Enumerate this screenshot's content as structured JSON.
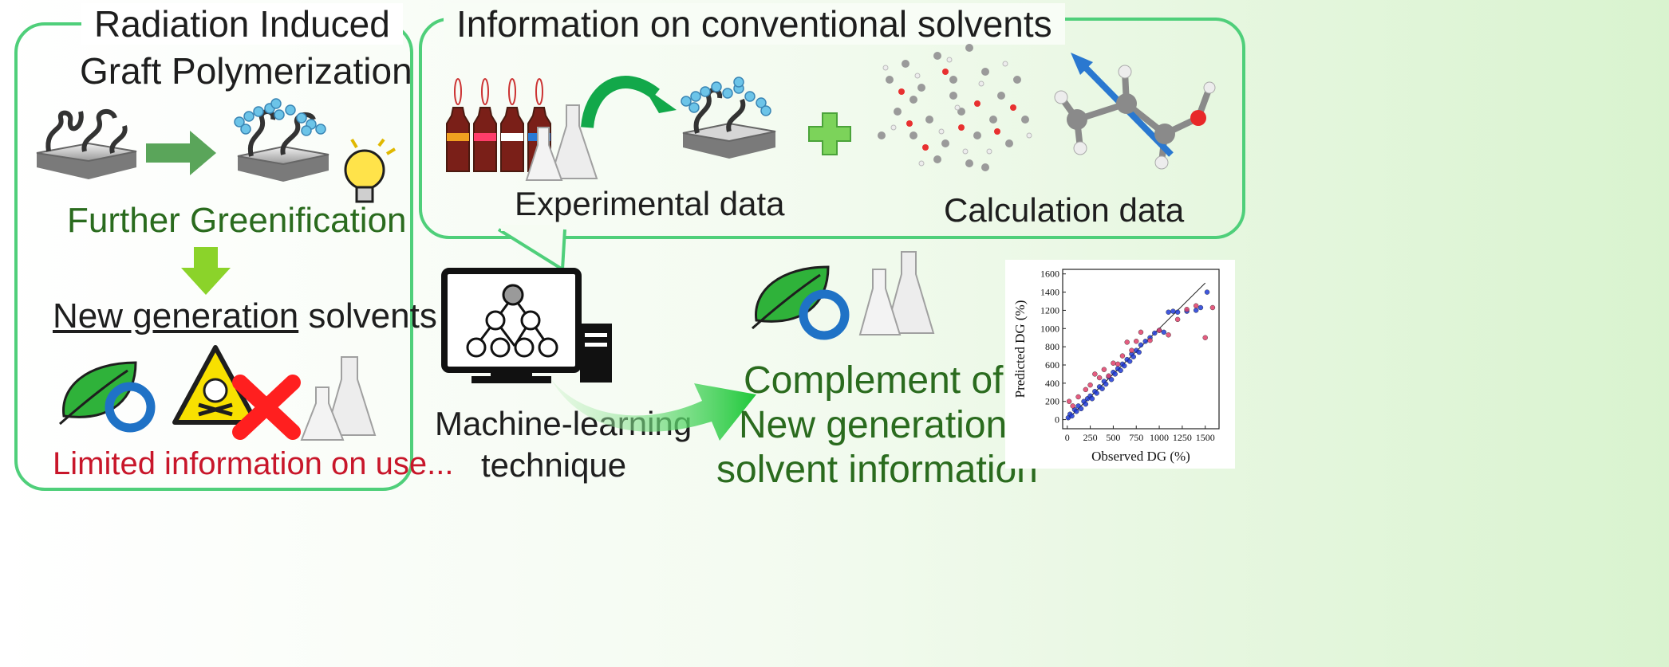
{
  "colors": {
    "panel_border": "#4fcf7a",
    "dark_green_text": "#2a6b1e",
    "red_text": "#c8162a",
    "arrow_green": "#5aa55a",
    "down_arrow": "#8bd32a",
    "plus_green": "#7cd35a",
    "ring_blue": "#1f72c6",
    "fit_line": "#1e6ed6",
    "points_blue": "#1f3ad6",
    "points_red": "#e0406a"
  },
  "left_panel": {
    "title_line1": "Radiation Induced",
    "title_line2": "Graft Polymerization",
    "greenification": "Further Greenification",
    "new_generation_underlined": "New generation",
    "solvents_word": " solvents",
    "limited_info": "Limited information on use..."
  },
  "top_panel": {
    "title": "Information on conventional solvents",
    "experimental": "Experimental data",
    "calculation": "Calculation data"
  },
  "bottom": {
    "ml_line1": "Machine-learning",
    "ml_line2": "technique",
    "complement_line1": "Complement of",
    "complement_line2": "New generation",
    "complement_line3": "solvent information"
  },
  "icons": [
    "grafted-substrate-icon",
    "lightbulb-icon",
    "leaf-icon",
    "blue-ring-icon",
    "hazard-icon",
    "red-cross-icon",
    "flask-icon",
    "solvent-bottle-icon",
    "molecule-cluster-icon",
    "molecule-icon",
    "computer-icon",
    "plus-icon"
  ],
  "chart_data": {
    "type": "scatter",
    "xlabel": "Observed DG (%)",
    "ylabel": "Predicted DG (%)",
    "xlim": [
      -50,
      1650
    ],
    "ylim": [
      -100,
      1650
    ],
    "x_ticks": [
      "0",
      "250",
      "500",
      "750",
      "1000",
      "1250",
      "1500"
    ],
    "y_ticks": [
      "0",
      "200",
      "400",
      "600",
      "800",
      "1000",
      "1200",
      "1400",
      "1600"
    ],
    "reference_line": [
      [
        0,
        0
      ],
      [
        1500,
        1500
      ]
    ],
    "series": [
      {
        "color": "#1f3ad6",
        "points": [
          [
            10,
            20
          ],
          [
            30,
            60
          ],
          [
            50,
            40
          ],
          [
            80,
            110
          ],
          [
            100,
            90
          ],
          [
            120,
            150
          ],
          [
            150,
            120
          ],
          [
            180,
            200
          ],
          [
            200,
            170
          ],
          [
            220,
            230
          ],
          [
            250,
            260
          ],
          [
            270,
            230
          ],
          [
            300,
            310
          ],
          [
            320,
            290
          ],
          [
            350,
            360
          ],
          [
            380,
            340
          ],
          [
            400,
            420
          ],
          [
            420,
            390
          ],
          [
            450,
            470
          ],
          [
            480,
            440
          ],
          [
            500,
            520
          ],
          [
            520,
            500
          ],
          [
            550,
            560
          ],
          [
            580,
            540
          ],
          [
            600,
            610
          ],
          [
            620,
            590
          ],
          [
            650,
            660
          ],
          [
            680,
            640
          ],
          [
            700,
            720
          ],
          [
            720,
            690
          ],
          [
            750,
            760
          ],
          [
            780,
            740
          ],
          [
            800,
            820
          ],
          [
            850,
            860
          ],
          [
            900,
            900
          ],
          [
            950,
            950
          ],
          [
            1000,
            980
          ],
          [
            1050,
            960
          ],
          [
            1100,
            1180
          ],
          [
            1150,
            1190
          ],
          [
            1200,
            1180
          ],
          [
            1300,
            1190
          ],
          [
            1400,
            1200
          ],
          [
            1450,
            1230
          ],
          [
            1520,
            1400
          ]
        ]
      },
      {
        "color": "#e0406a",
        "points": [
          [
            20,
            200
          ],
          [
            60,
            150
          ],
          [
            120,
            250
          ],
          [
            200,
            330
          ],
          [
            250,
            380
          ],
          [
            300,
            500
          ],
          [
            350,
            460
          ],
          [
            400,
            550
          ],
          [
            450,
            480
          ],
          [
            500,
            620
          ],
          [
            550,
            610
          ],
          [
            600,
            700
          ],
          [
            650,
            850
          ],
          [
            700,
            760
          ],
          [
            750,
            860
          ],
          [
            800,
            960
          ],
          [
            900,
            870
          ],
          [
            1000,
            980
          ],
          [
            1100,
            930
          ],
          [
            1200,
            1100
          ],
          [
            1300,
            1210
          ],
          [
            1400,
            1250
          ],
          [
            1500,
            900
          ],
          [
            1580,
            1230
          ]
        ]
      }
    ]
  }
}
